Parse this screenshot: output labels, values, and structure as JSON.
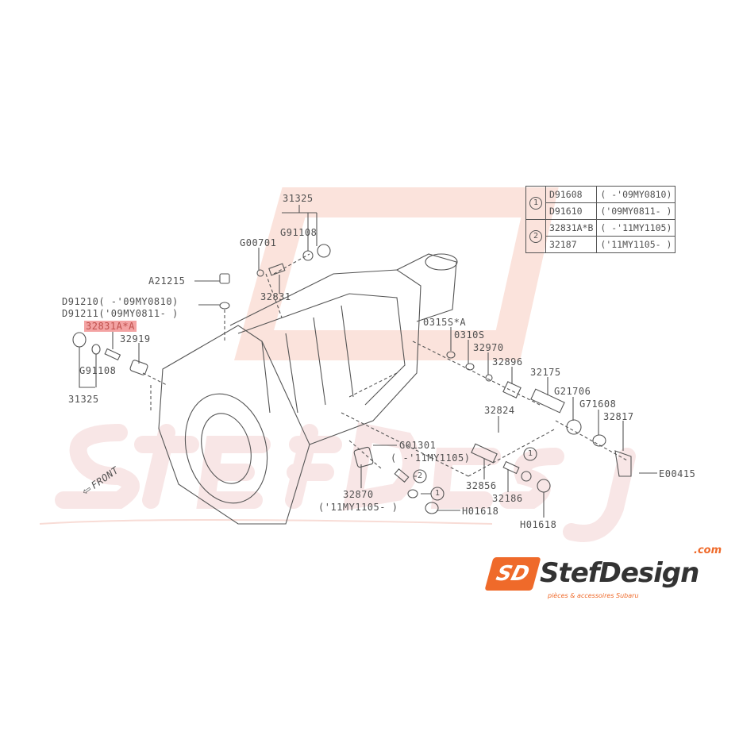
{
  "watermark": {
    "brand": "StefDesign",
    "tagline": "pièces & accessoires Subaru",
    "com": ".com"
  },
  "logo": {
    "mark": "SD",
    "word": "StefDesign",
    "com": ".com",
    "tagline": "pièces & accessoires Subaru"
  },
  "front_label": "FRONT",
  "callouts": {
    "c31325_top": "31325",
    "g91108_top": "G91108",
    "g00701": "G00701",
    "a21215": "A21215",
    "c32831": "32831",
    "d91210": "D91210( -'09MY0810)",
    "d91211": "D91211('09MY0811- )",
    "c32831a_a": "32831A*A",
    "c32919": "32919",
    "g91108_left": "G91108",
    "c31325_left": "31325",
    "c0315s_a": "0315S*A",
    "c0310s": "0310S",
    "c32970": "32970",
    "c32896": "32896",
    "c32175": "32175",
    "g21706": "G21706",
    "g71608": "G71608",
    "c32817": "32817",
    "c32824": "32824",
    "g01301": "G01301",
    "g01301_note": "( -'11MY1105)",
    "c32870": "32870",
    "c32870_note": "('11MY1105- )",
    "c32856": "32856",
    "c32186": "32186",
    "h01618_a": "H01618",
    "h01618_b": "H01618",
    "e00415": "E00415",
    "ref1_a": "1",
    "ref1_b": "1",
    "ref2": "2"
  },
  "table": {
    "groups": [
      {
        "ref": "1",
        "rows": [
          {
            "part": "D91608",
            "note": "( -'09MY0810)"
          },
          {
            "part": "D91610",
            "note": "('09MY0811- )"
          }
        ]
      },
      {
        "ref": "2",
        "rows": [
          {
            "part": "32831A*B",
            "note": "( -'11MY1105)"
          },
          {
            "part": "32187",
            "note": "('11MY1105- )"
          }
        ]
      }
    ]
  },
  "colors": {
    "highlight": "#f3a3a3",
    "brand_orange": "#ef6a2a",
    "line": "#555555"
  }
}
